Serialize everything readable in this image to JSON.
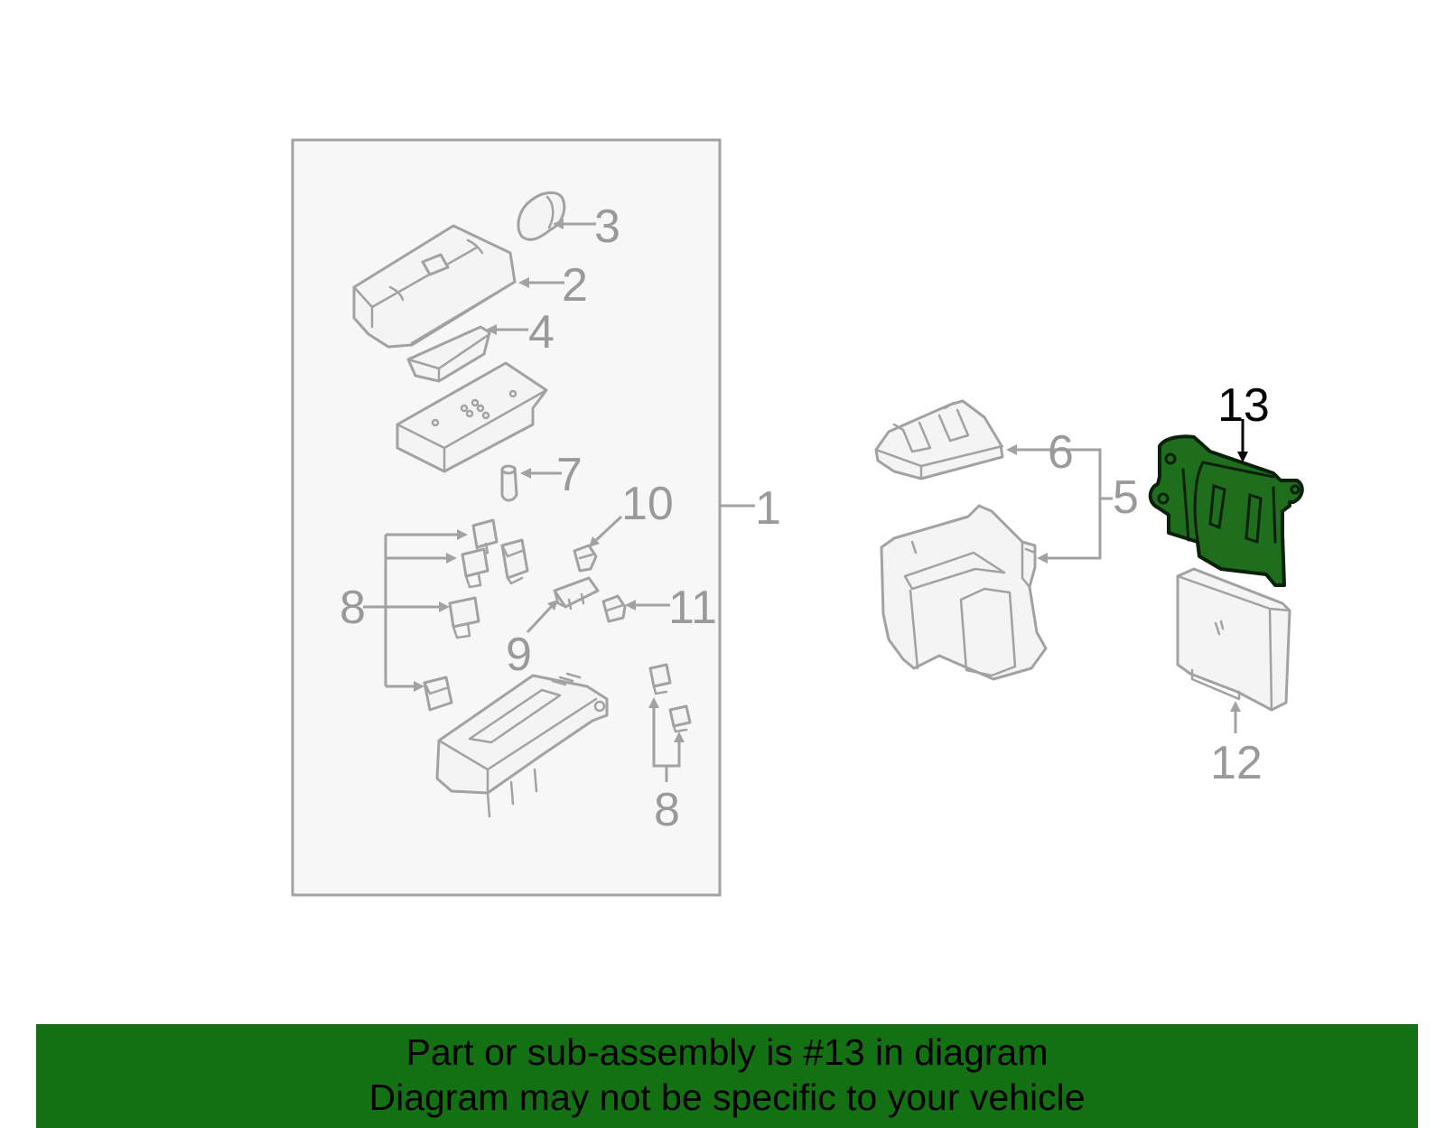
{
  "callouts": {
    "c1": "1",
    "c2": "2",
    "c3": "3",
    "c4": "4",
    "c5": "5",
    "c6": "6",
    "c7": "7",
    "c8a": "8",
    "c8b": "8",
    "c9": "9",
    "c10": "10",
    "c11": "11",
    "c12": "12",
    "c13": "13"
  },
  "highlighted_part": "13",
  "footer": {
    "line1": "Part or sub-assembly is #13 in diagram",
    "line2": "Diagram may not be specific to your vehicle"
  },
  "colors": {
    "highlight_fill": "#1e6e1e",
    "banner": "#137113",
    "part_outline": "#a2a2a2"
  }
}
